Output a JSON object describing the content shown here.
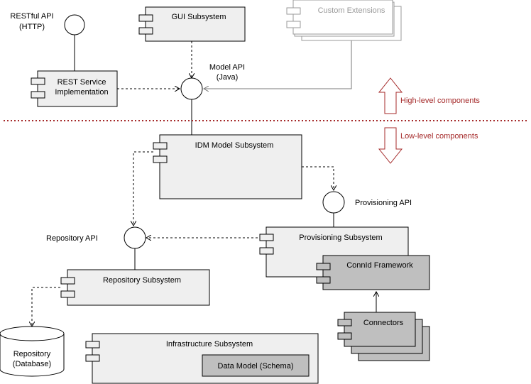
{
  "labels": {
    "restful_api": [
      "RESTful API",
      "(HTTP)"
    ],
    "rest_service": [
      "REST Service",
      "Implementation"
    ],
    "gui_subsystem": "GUI Subsystem",
    "custom_extensions": "Custom Extensions",
    "model_api": [
      "Model API",
      "(Java)"
    ],
    "high_level": "High-level components",
    "low_level": "Low-level components",
    "idm_model": "IDM Model Subsystem",
    "provisioning_api": "Provisioning API",
    "repository_api": "Repository API",
    "provisioning_subsystem": "Provisioning Subsystem",
    "connid_framework": "ConnId Framework",
    "repository_subsystem": "Repository Subsystem",
    "connectors": "Connectors",
    "repository_db": [
      "Repository",
      "(Database)"
    ],
    "infrastructure": "Infrastructure Subsystem",
    "data_model": "Data Model (Schema)"
  },
  "colors": {
    "component_fill": "#efefef",
    "component_dark_fill": "#bfbfbf",
    "faded_stroke": "#9a9a9a",
    "separator": "#a52a2a"
  }
}
